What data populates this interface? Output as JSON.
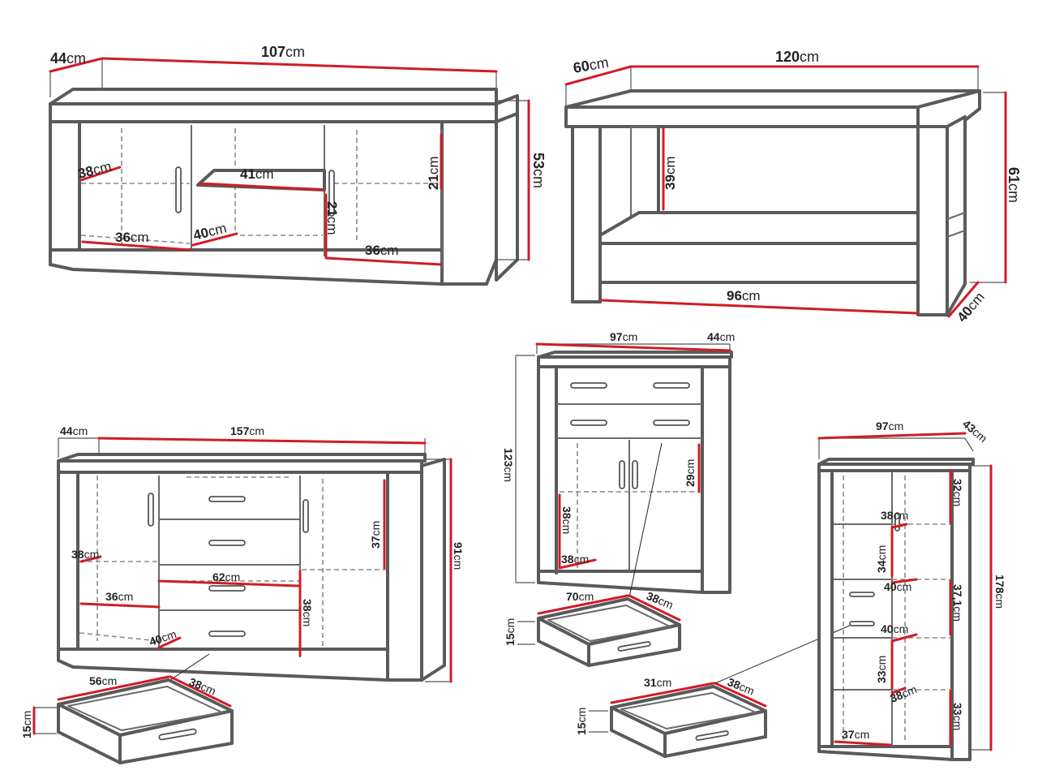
{
  "units": "cm",
  "furniture": {
    "tv_stand": {
      "depth": "44",
      "width": "107",
      "height": "53",
      "shelf_left": "38",
      "shelf_middle": "41",
      "shelf_right_height": "21",
      "middle_height": "21",
      "inner_left": "36",
      "inner_middle": "40",
      "inner_right": "36"
    },
    "coffee_table": {
      "depth": "60",
      "width": "120",
      "height": "61",
      "inner_height": "39",
      "inner_width": "96",
      "inner_depth": "40"
    },
    "sideboard": {
      "depth": "44",
      "width": "157",
      "height": "91",
      "shelf_depth": "38",
      "inner_left": "36",
      "inner_depth_small": "40",
      "drawer_width": "62",
      "right_upper": "37",
      "right_lower": "38"
    },
    "sideboard_drawer": {
      "width": "56",
      "depth": "38",
      "height": "15"
    },
    "highboard": {
      "width": "97",
      "depth": "44",
      "height": "123",
      "upper": "29",
      "lower": "38",
      "shelf_depth": "38"
    },
    "highboard_drawer": {
      "width": "70",
      "depth": "38",
      "height": "15"
    },
    "vitrine": {
      "width": "97",
      "depth": "43",
      "height": "178",
      "h1": "32",
      "d1": "38",
      "h2": "34",
      "w_a": "40",
      "h3": "37,1",
      "w_b": "40",
      "h4": "33",
      "d2": "38",
      "h5": "33",
      "bottom_width": "37"
    },
    "vitrine_drawer": {
      "width": "31",
      "depth": "38",
      "height": "15"
    }
  },
  "colors": {
    "outline": "#5a5a5a",
    "accent": "#d01c28"
  }
}
